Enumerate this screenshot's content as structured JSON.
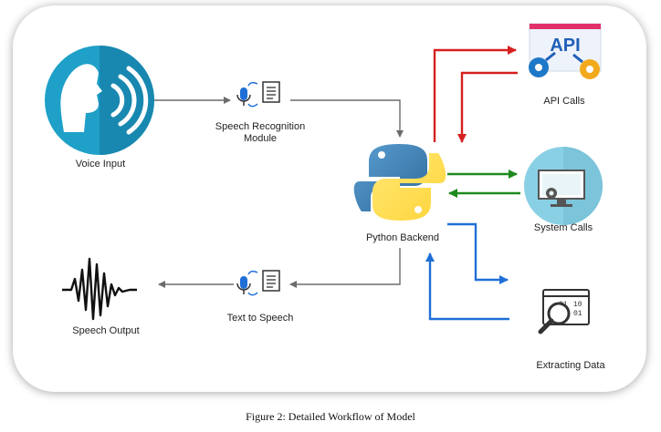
{
  "nodes": {
    "voice_input": "Voice Input",
    "speech_recognition": "Speech Recognition\nModule",
    "python_backend": "Python Backend",
    "api_calls": "API Calls",
    "api_badge": "API",
    "system_calls": "System Calls",
    "extracting_data": "Extracting Data",
    "text_to_speech": "Text to Speech",
    "speech_output": "Speech Output"
  },
  "caption": "Figure 2: Detailed Workflow of Model",
  "colors": {
    "gray_arrow": "#6b6b6b",
    "red_arrow": "#d62020",
    "green_arrow": "#1e8a1e",
    "blue_arrow": "#1f6fd6",
    "python_blue": "#3572a5",
    "python_yellow": "#ffd43b",
    "voice_teal": "#1ea0c8"
  },
  "icons": {
    "voice": "voice-head-icon",
    "speech_doc": "mic-document-icon",
    "python": "python-logo-icon",
    "api": "api-gears-icon",
    "monitor": "monitor-gear-icon",
    "data": "magnifier-binary-icon",
    "wave": "sound-wave-icon"
  }
}
